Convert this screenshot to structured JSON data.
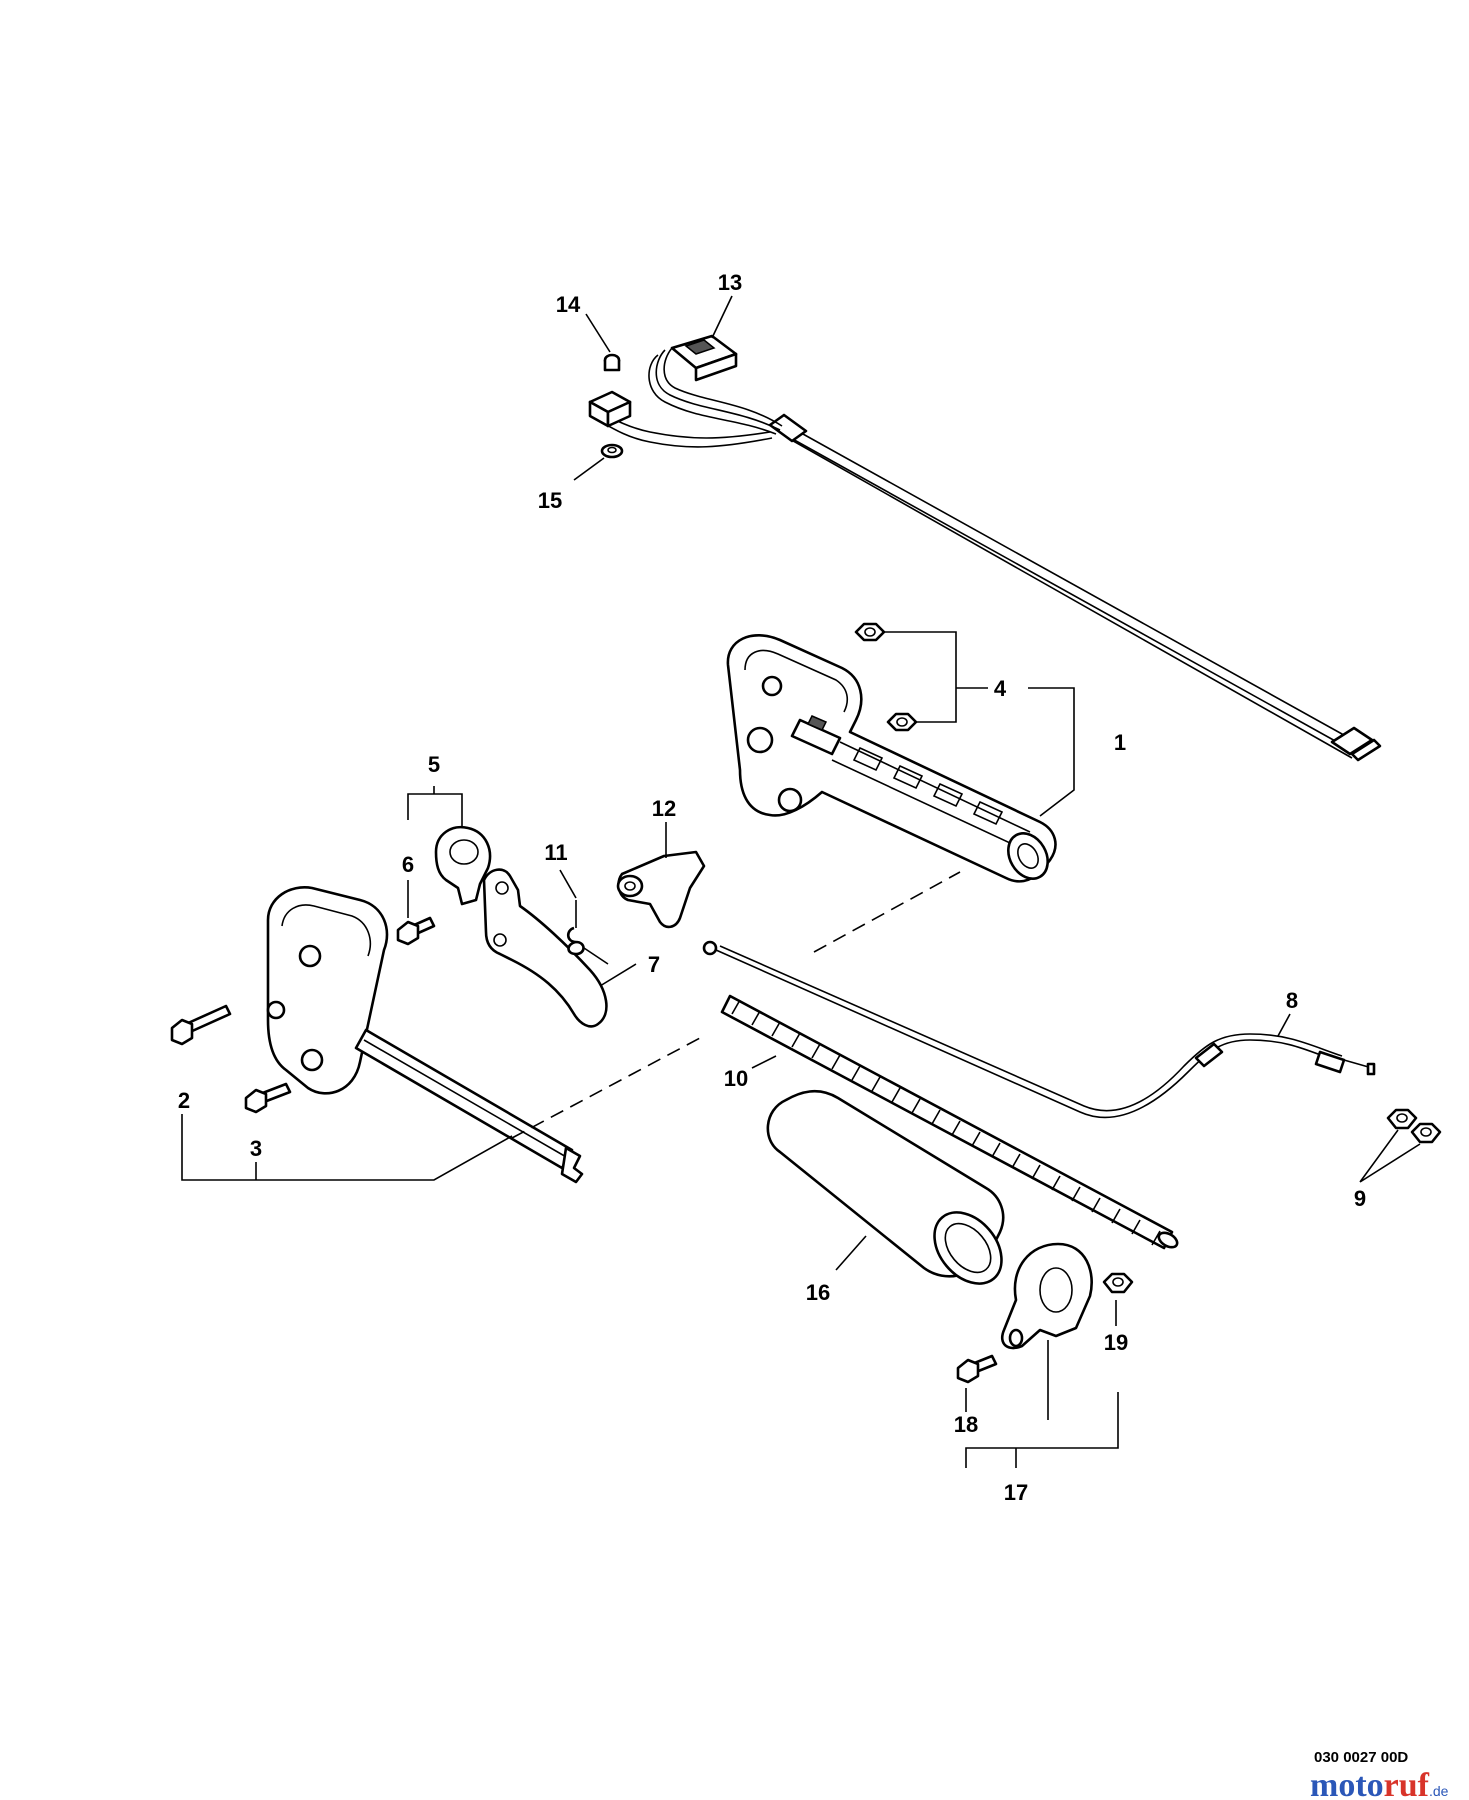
{
  "callouts": {
    "c1": "1",
    "c2": "2",
    "c3": "3",
    "c4": "4",
    "c5": "5",
    "c6": "6",
    "c7": "7",
    "c8": "8",
    "c9": "9",
    "c10": "10",
    "c11": "11",
    "c12": "12",
    "c13": "13",
    "c14": "14",
    "c15": "15",
    "c16": "16",
    "c17": "17",
    "c18": "18",
    "c19": "19"
  },
  "drawing_code": "030 0027 00D",
  "watermark": {
    "part1": "moto",
    "part2": "ruf",
    "suffix": ".de"
  },
  "colors": {
    "line": "#000000",
    "background": "#ffffff",
    "watermark_blue": "#2b57b8",
    "watermark_red": "#d8342a"
  }
}
